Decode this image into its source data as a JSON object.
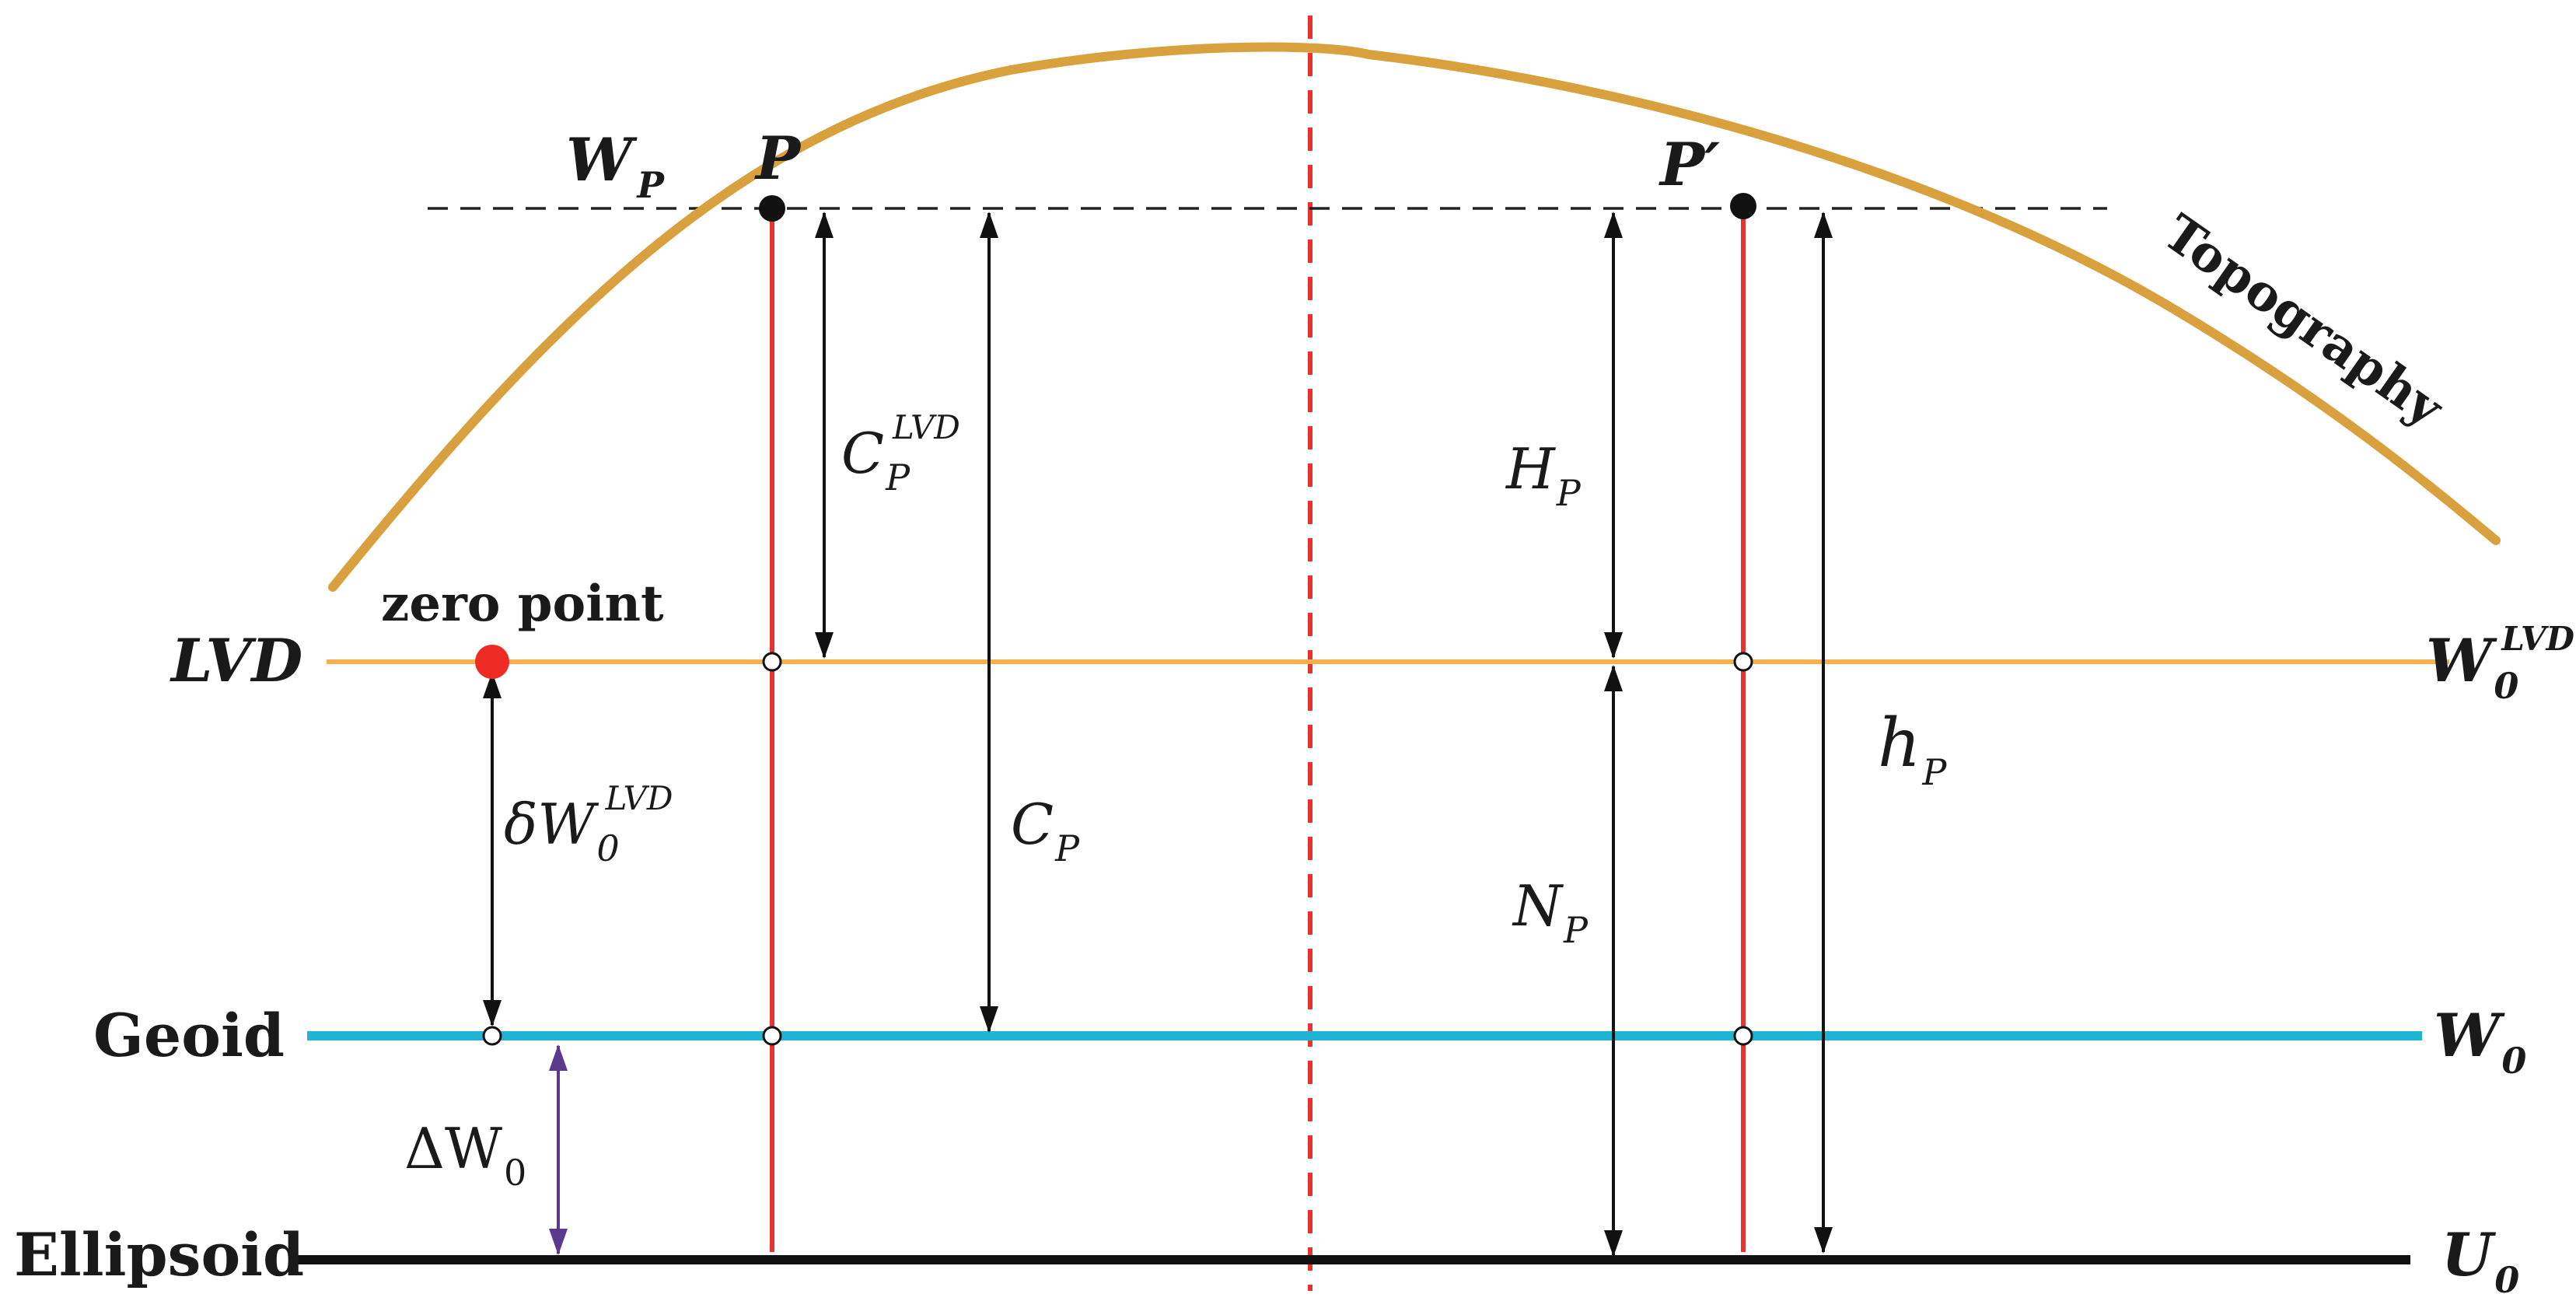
{
  "labels": {
    "wp_main": "W",
    "wp_sub": "P",
    "p": "P",
    "p_prime": "P′",
    "topography": "Topography",
    "zero_point": "zero point",
    "lvd": "LVD",
    "w0lvd_main": "W",
    "w0lvd_sub": "0",
    "w0lvd_sup": "LVD",
    "geoid": "Geoid",
    "w0_main": "W",
    "w0_sub": "0",
    "ellipsoid": "Ellipsoid",
    "u0_main": "U",
    "u0_sub": "0",
    "cplvd_main": "C",
    "cplvd_sub": "P",
    "cplvd_sup": "LVD",
    "cp_main": "C",
    "cp_sub": "P",
    "hp_main": "H",
    "hp_sub": "P",
    "np_main": "N",
    "np_sub": "P",
    "hp_lower_main": "h",
    "hp_lower_sub": "P",
    "dw0lvd_main": "δW",
    "dw0lvd_sub": "0",
    "dw0lvd_sup": "LVD",
    "dw0_main": "ΔW",
    "dw0_sub": "0"
  },
  "colors": {
    "topography": "#D9A03E",
    "lvd_line": "#F5B14E",
    "geoid_line": "#1EB4D2",
    "ellipsoid_line": "#111111",
    "vertical_red": "#E8332E",
    "zero_point": "#EE2A24",
    "delta_w0_arrow": "#5B3A8E",
    "arrows": "#111111",
    "dashed_level": "#222222"
  }
}
